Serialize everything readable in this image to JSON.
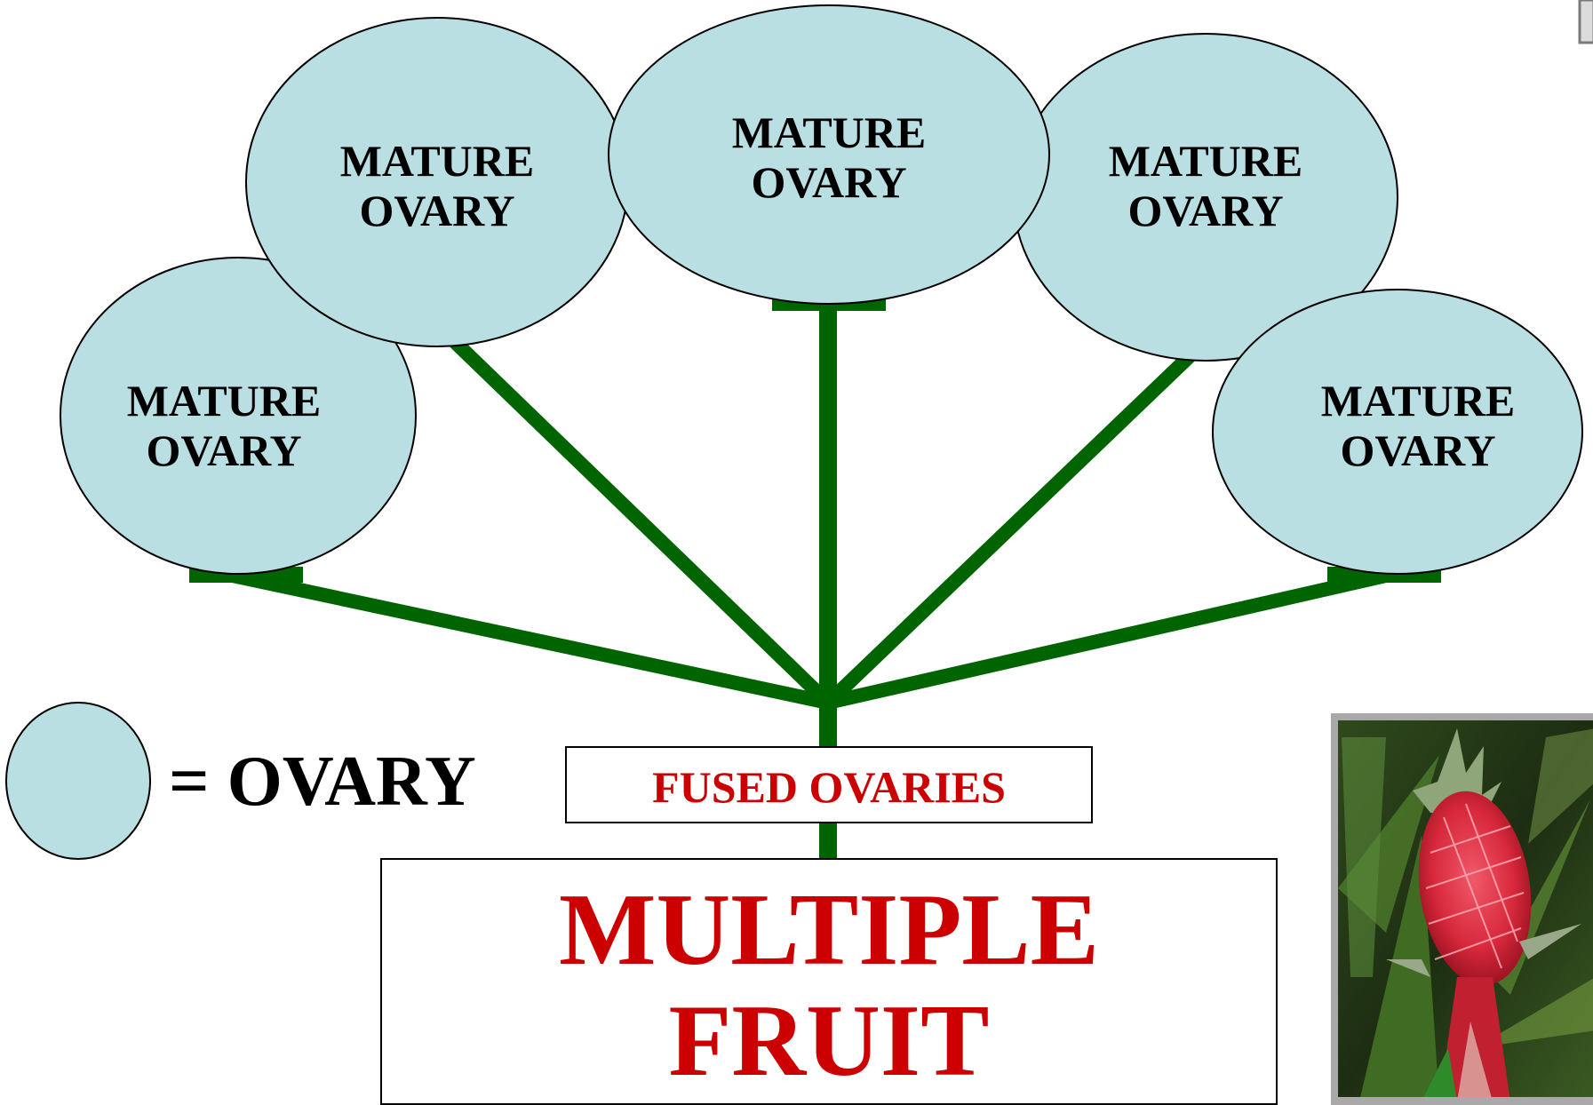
{
  "ovaries": [
    {
      "line1": "MATURE",
      "line2": "OVARY"
    },
    {
      "line1": "MATURE",
      "line2": "OVARY"
    },
    {
      "line1": "MATURE",
      "line2": "OVARY"
    },
    {
      "line1": "MATURE",
      "line2": "OVARY"
    },
    {
      "line1": "MATURE",
      "line2": "OVARY"
    }
  ],
  "legend": {
    "label": "= OVARY"
  },
  "fused_label": "FUSED OVARIES",
  "result": {
    "line1": "MULTIPLE",
    "line2": "FRUIT"
  },
  "photo": {
    "icon": "pineapple-flower-photo-icon"
  },
  "colors": {
    "ovary_fill": "#b9dfe3",
    "stalk": "#006400",
    "accent_text": "#cc0000"
  }
}
